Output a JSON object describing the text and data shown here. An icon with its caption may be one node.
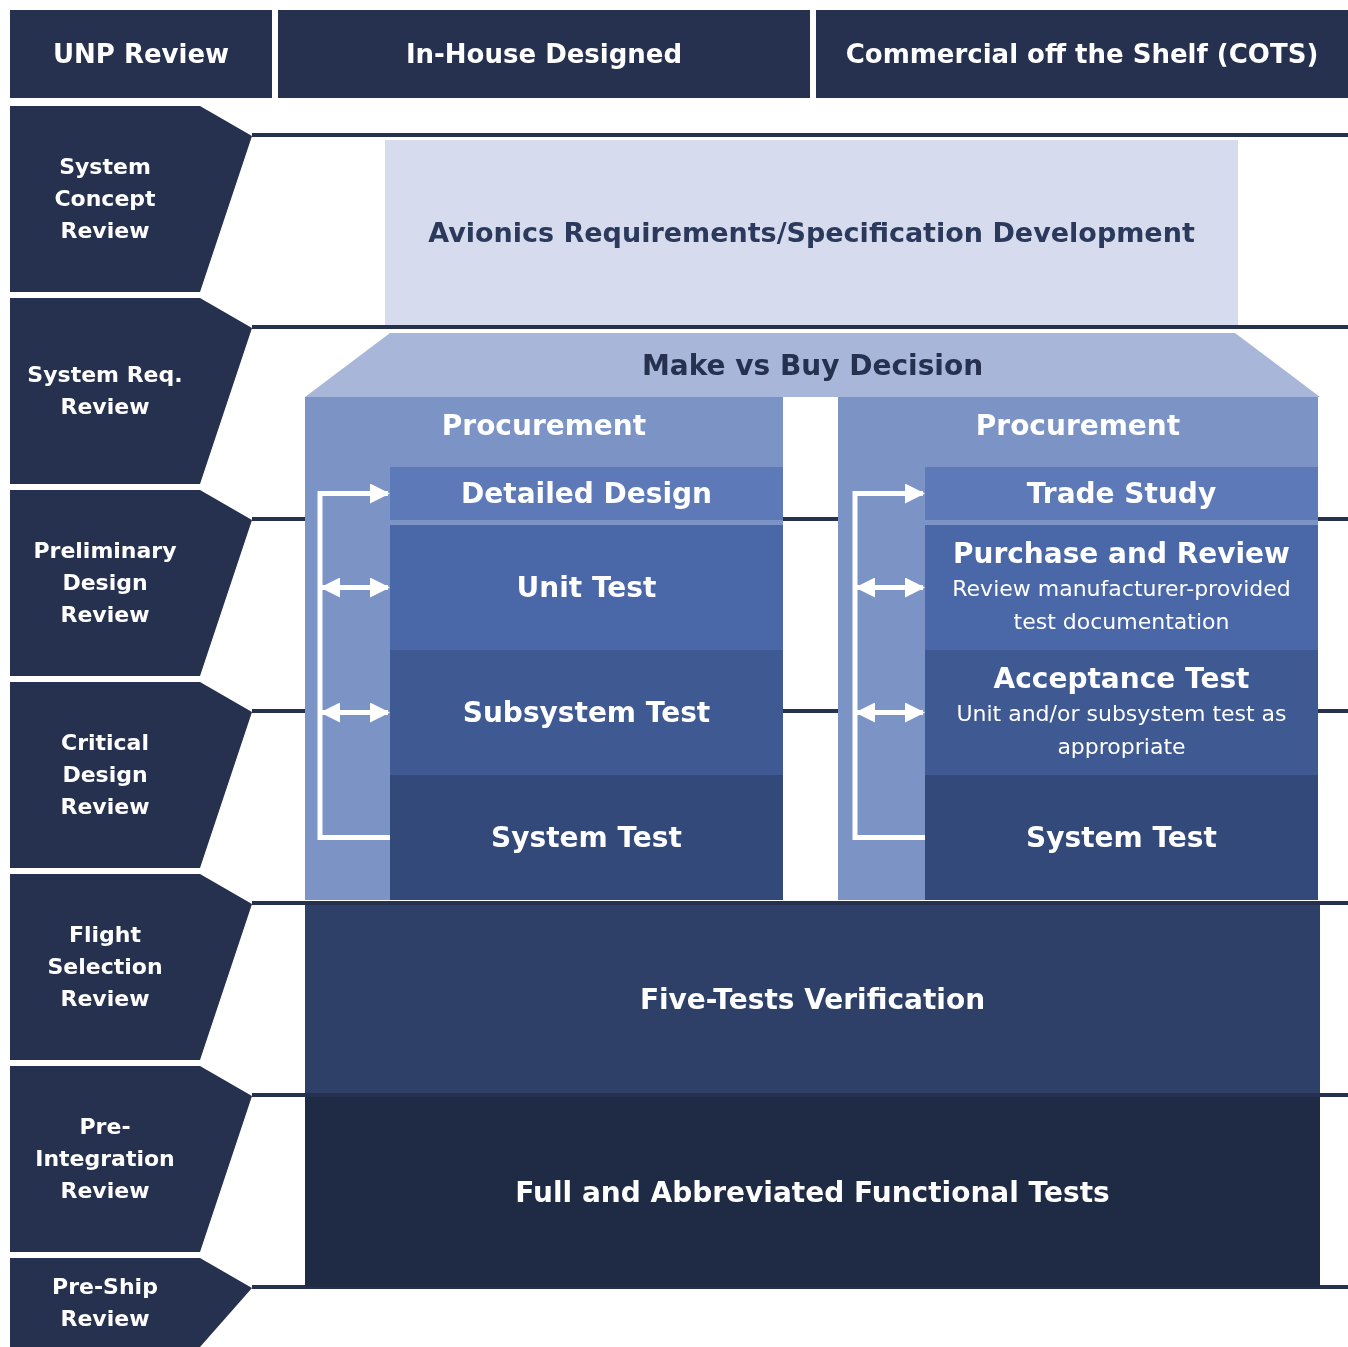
{
  "diagram": {
    "nodes": [
      {
        "text": [
          "UNP Review"
        ]
      },
      {
        "text": [
          "In-House Designed"
        ]
      },
      {
        "text": [
          "Commercial off the Shelf (COTS)"
        ]
      },
      {
        "text": [
          "System Concept Review"
        ]
      },
      {
        "text": [
          "System Req. Review"
        ]
      },
      {
        "text": [
          "Preliminary Design Review"
        ]
      },
      {
        "text": [
          "Critical Design Review"
        ]
      },
      {
        "text": [
          "Flight Selection Review"
        ]
      },
      {
        "text": [
          "Pre-Integration Review"
        ]
      },
      {
        "text": [
          "Pre-Ship Review"
        ]
      },
      {
        "text": [
          "Avionics Requirements/Specification Development"
        ]
      },
      {
        "text": [
          "Make vs Buy Decision"
        ]
      },
      {
        "text": [
          "Procurement"
        ]
      },
      {
        "text": [
          "Detailed Design"
        ],
        "in": 12
      },
      {
        "text": [
          "Unit Test"
        ],
        "in": 12
      },
      {
        "text": [
          "Subsystem Test"
        ],
        "in": 12
      },
      {
        "text": [
          "System Test"
        ],
        "in": 12
      },
      {
        "text": [
          "Procurement"
        ]
      },
      {
        "text": [
          "Trade Study"
        ],
        "in": 17
      },
      {
        "text": [
          "Purchase and Review",
          "Review manufacturer-provided test documentation"
        ],
        "in": 17
      },
      {
        "text": [
          "Acceptance Test",
          "Unit and/or subsystem test as appropriate"
        ],
        "in": 17
      },
      {
        "text": [
          "System Test"
        ],
        "in": 17
      },
      {
        "text": [
          "Five-Tests Verification"
        ]
      },
      {
        "text": [
          "Full and Abbreviated Functional Tests"
        ]
      }
    ],
    "edges": [
      {
        "from": 16,
        "to": 13,
        "arrow": "to"
      },
      {
        "from": null,
        "to": 14,
        "arrow": "both"
      },
      {
        "from": null,
        "to": 15,
        "arrow": "both"
      },
      {
        "from": 21,
        "to": 18,
        "arrow": "to"
      },
      {
        "from": null,
        "to": 19,
        "arrow": "both"
      },
      {
        "from": null,
        "to": 20,
        "arrow": "both"
      }
    ]
  }
}
